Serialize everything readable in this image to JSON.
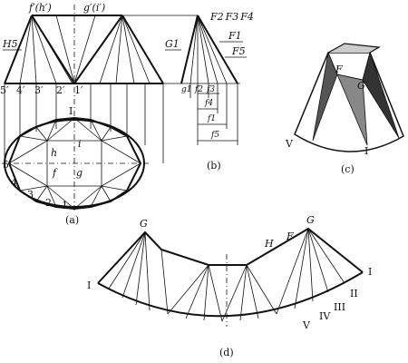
{
  "captions": {
    "a": "(a)",
    "b": "(b)",
    "c": "(c)",
    "d": "(d)"
  },
  "view_a": {
    "top_left": "f′(h′)",
    "top_right": "g′(i′)",
    "h5": "H5",
    "base": [
      "5′",
      "4′",
      "3′",
      "2′",
      "1′"
    ],
    "plan_top": "I",
    "plan_i": "i",
    "plan_h": "h",
    "plan_f": "f",
    "plan_g": "g",
    "plan_points": [
      "5",
      "4",
      "3",
      "2",
      "1"
    ]
  },
  "view_b": {
    "g1": "G1",
    "f_top": [
      "F2",
      "F3",
      "F4"
    ],
    "f1": "F1",
    "f5": "F5",
    "base_labels": [
      "g1",
      "f2",
      "f3"
    ],
    "dims": [
      "f4",
      "f1",
      "f5"
    ]
  },
  "view_c": {
    "F": "F",
    "G": "G",
    "V": "V",
    "I": "I"
  },
  "view_d": {
    "G_left": "G",
    "G_right": "G",
    "H": "H",
    "F": "F",
    "I_left": "I",
    "I_right": "I",
    "roman": [
      "II",
      "III",
      "IV",
      "V"
    ]
  }
}
